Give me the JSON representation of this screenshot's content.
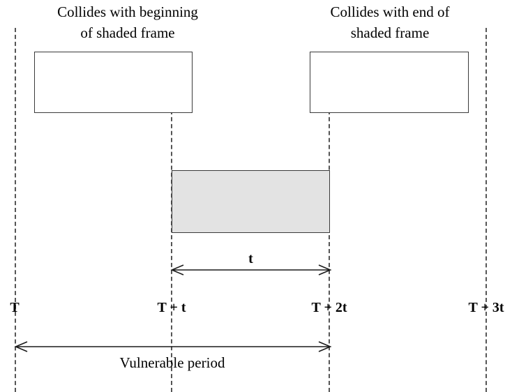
{
  "diagram": {
    "title_left": "Collides with beginning of shaded frame",
    "title_right": "Collides with end of shaded frame",
    "captions": [
      {
        "name": "caption-left",
        "line1": "Collides with beginning",
        "line2": "of shaded frame"
      },
      {
        "name": "caption-right",
        "line1": "Collides with end of",
        "line2": "shaded frame"
      }
    ],
    "timeline": {
      "ticks": [
        {
          "label": "T"
        },
        {
          "label": "T + t"
        },
        {
          "label": "T + 2t"
        },
        {
          "label": "T + 3t"
        }
      ]
    },
    "frames": [
      {
        "name": "frame-left",
        "fill": "#ffffff",
        "label": ""
      },
      {
        "name": "frame-shaded",
        "fill": "#e3e3e3",
        "label": ""
      },
      {
        "name": "frame-right",
        "fill": "#ffffff",
        "label": ""
      }
    ],
    "measures": [
      {
        "name": "frame-duration",
        "label": "t",
        "from": "T + t",
        "to": "T + 2t"
      },
      {
        "name": "vulnerable-period",
        "label": "Vulnerable period",
        "from": "T",
        "to": "T + 2t"
      }
    ],
    "colors": {
      "shaded_fill": "#e3e3e3",
      "stroke": "#3a3a3a",
      "dashed_line": "#555555",
      "text": "#000000",
      "background": "#ffffff"
    }
  }
}
